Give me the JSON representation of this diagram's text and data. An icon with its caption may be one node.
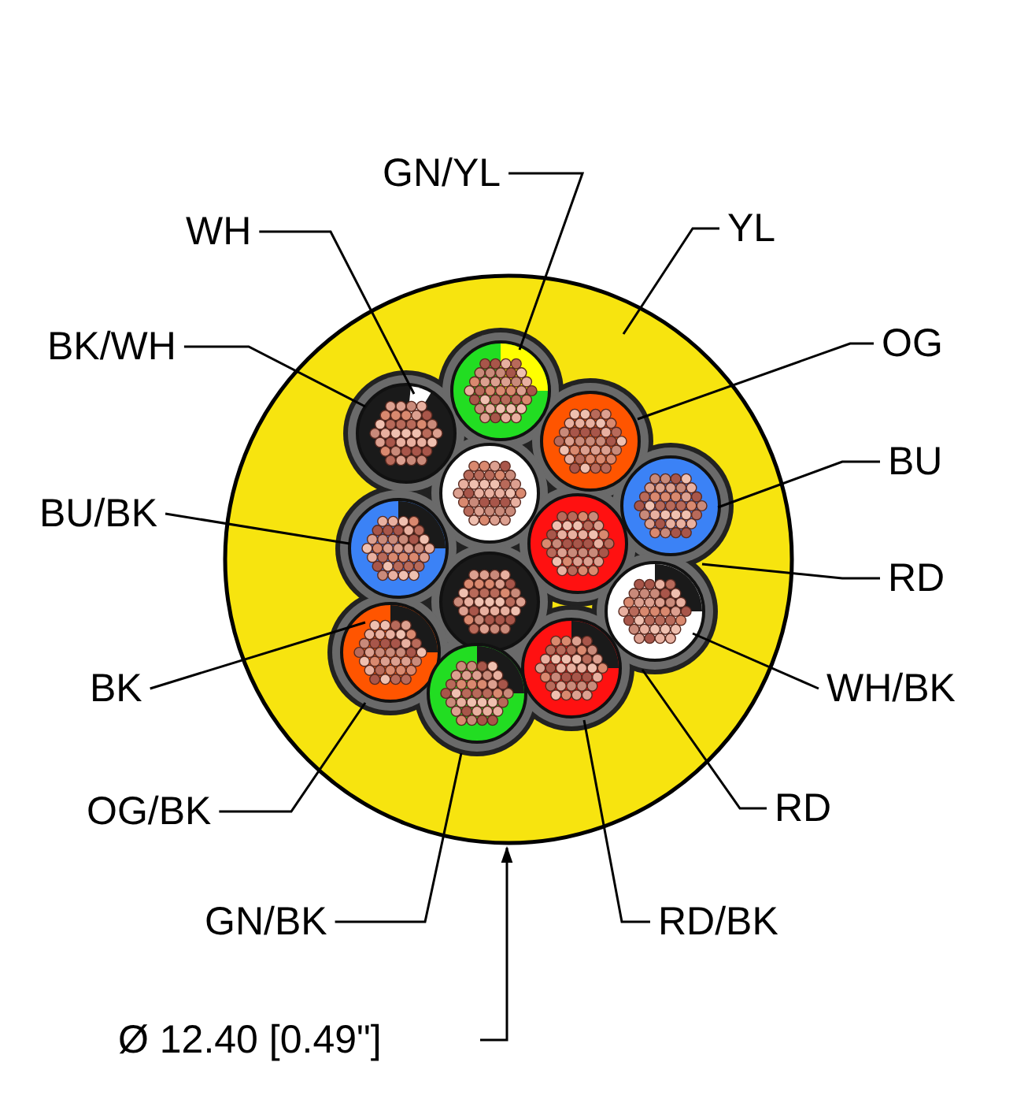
{
  "diagram": {
    "nodes": [
      {
        "text": [
          "GN/YL"
        ]
      },
      {
        "text": [
          "WH"
        ]
      },
      {
        "text": [
          "YL"
        ]
      },
      {
        "text": [
          "BK/WH"
        ]
      },
      {
        "text": [
          "OG"
        ]
      },
      {
        "text": [
          "BU"
        ]
      },
      {
        "text": [
          "BU/BK"
        ]
      },
      {
        "text": [
          "RD"
        ]
      },
      {
        "text": [
          "BK"
        ]
      },
      {
        "text": [
          "WH/BK"
        ]
      },
      {
        "text": [
          "RD"
        ]
      },
      {
        "text": [
          "OG/BK"
        ]
      },
      {
        "text": [
          "GN/BK"
        ]
      },
      {
        "text": [
          "RD/BK"
        ]
      }
    ],
    "edges": [
      {
        "from": 0,
        "to": null,
        "arrow": "none"
      },
      {
        "from": 1,
        "to": null,
        "arrow": "none"
      },
      {
        "from": 2,
        "to": null,
        "arrow": "none"
      },
      {
        "from": 3,
        "to": null,
        "arrow": "none"
      },
      {
        "from": 4,
        "to": null,
        "arrow": "none"
      },
      {
        "from": 5,
        "to": null,
        "arrow": "none"
      },
      {
        "from": 6,
        "to": null,
        "arrow": "none"
      },
      {
        "from": 7,
        "to": null,
        "arrow": "none"
      },
      {
        "from": 8,
        "to": null,
        "arrow": "none"
      },
      {
        "from": 9,
        "to": null,
        "arrow": "none"
      },
      {
        "from": 10,
        "to": null,
        "arrow": "none"
      },
      {
        "from": 11,
        "to": null,
        "arrow": "none"
      },
      {
        "from": 12,
        "to": null,
        "arrow": "none"
      },
      {
        "from": 13,
        "to": null,
        "arrow": "none"
      }
    ],
    "labels": [
      "Ø 12.40 [0.49\"]"
    ]
  }
}
